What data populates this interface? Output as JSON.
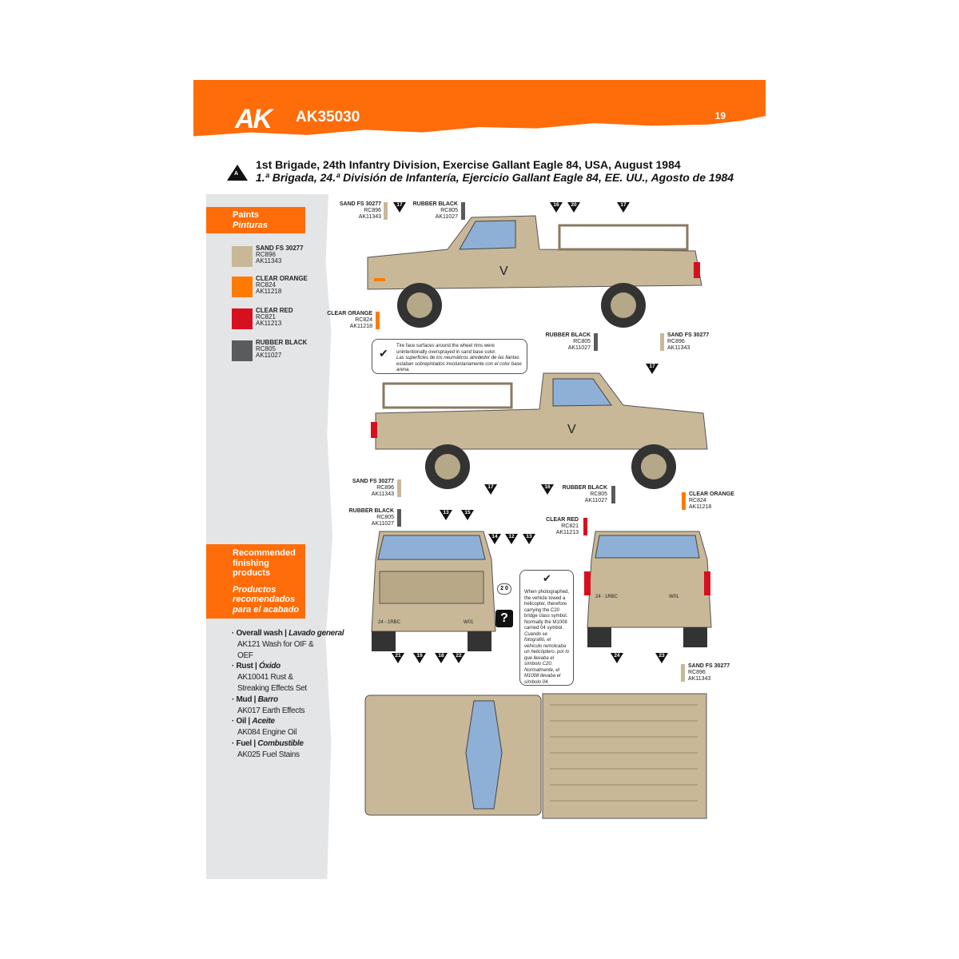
{
  "header": {
    "logo": "AK",
    "code": "AK35030",
    "page_number": "19"
  },
  "marking": {
    "letter": "A",
    "title_en": "1st Brigade, 24th Infantry Division, Exercise Gallant Eagle 84, USA, August 1984",
    "title_es": "1.ª Brigada, 24.ª División de Infantería, Ejercicio Gallant Eagle 84, EE. UU., Agosto de 1984"
  },
  "paints": {
    "title_en": "Paints",
    "title_es": "Pinturas",
    "items": [
      {
        "name": "SAND FS 30277",
        "rc": "RC896",
        "ak": "AK11343",
        "color": "#c8b898"
      },
      {
        "name": "CLEAR ORANGE",
        "rc": "RC824",
        "ak": "AK11218",
        "color": "#ff7a00"
      },
      {
        "name": "CLEAR RED",
        "rc": "RC821",
        "ak": "AK11213",
        "color": "#d7101f"
      },
      {
        "name": "RUBBER BLACK",
        "rc": "RC805",
        "ak": "AK11027",
        "color": "#5a5b5d"
      }
    ]
  },
  "finishing": {
    "title_en": "Recommended finishing products",
    "title_es": "Productos recomendados para el acabado",
    "items": [
      {
        "en": "Overall wash",
        "es": "Lavado general",
        "product": "AK121 Wash for OIF & OEF"
      },
      {
        "en": "Rust",
        "es": "Óxido",
        "product": "AK10041 Rust & Streaking Effects Set"
      },
      {
        "en": "Mud",
        "es": "Barro",
        "product": "AK017 Earth Effects"
      },
      {
        "en": "Oil",
        "es": "Aceite",
        "product": "AK084 Engine Oil"
      },
      {
        "en": "Fuel",
        "es": "Combustible",
        "product": "AK025 Fuel Stains"
      }
    ]
  },
  "notes": {
    "tires_en": "Tire face surfaces around the wheel rims were unintentionally oversprayed in sand base color.",
    "tires_es": "Las superficies de los neumáticos alrededor de las llantas estaban sobrepintados involuntariamente con el color base arena.",
    "bridge_en": "When photographed, the vehicle towed a helicopter, therefore carrying the C20 bridge class symbol. Normally the M1008 carried 04 symbol.",
    "bridge_es": "Cuando se fotografió, el vehículo remolcaba un helicóptero, por lo que llevaba el símbolo C20. Normalmente, el M1008 llevaba el símbolo 04."
  },
  "markers": [
    "17",
    "16",
    "20",
    "17",
    "17",
    "17",
    "16",
    "13",
    "15",
    "14",
    "12",
    "13",
    "21",
    "19",
    "18",
    "22",
    "24",
    "23"
  ],
  "symbols": {
    "question": "?",
    "bridge": "2 0",
    "door_mark": "V",
    "bumper_front": "24 - 1RBC",
    "bumper_front_r": "W01",
    "bumper_rear": "24 - 1RBC",
    "bumper_rear_r": "W01"
  },
  "colors": {
    "orange": "#ff6c0a",
    "sand": "#c8b898"
  }
}
